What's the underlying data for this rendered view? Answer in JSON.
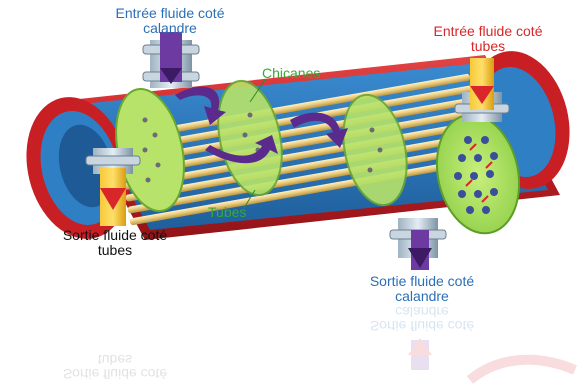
{
  "labels": {
    "shell_inlet_line1": "Entrée fluide coté",
    "shell_inlet_line2": "calandre",
    "tube_inlet_line1": "Entrée fluide coté",
    "tube_inlet_line2": "tubes",
    "baffles": "Chicanes",
    "tubes": "Tubes",
    "tube_outlet_line1": "Sortie fluide coté",
    "tube_outlet_line2": "tubes",
    "shell_outlet_line1": "Sortie fluide coté",
    "shell_outlet_line2": "calandre",
    "reflection_text_1": "calandre",
    "reflection_text_2": "Sortie fluide coté",
    "reflection_text_3": "tubes",
    "reflection_text_4": "Sortie fluide coté"
  },
  "colors": {
    "shell_red": "#d8262a",
    "shell_blue": "#2f7fc4",
    "baffle_green": "#b7e36a",
    "tube_yellow": "#f1d58a",
    "flow_arrow_purple": "#5a2a8c",
    "tube_fluid_yellow": "#f4b91f",
    "shell_fluid_purple": "#6c3aa0"
  }
}
